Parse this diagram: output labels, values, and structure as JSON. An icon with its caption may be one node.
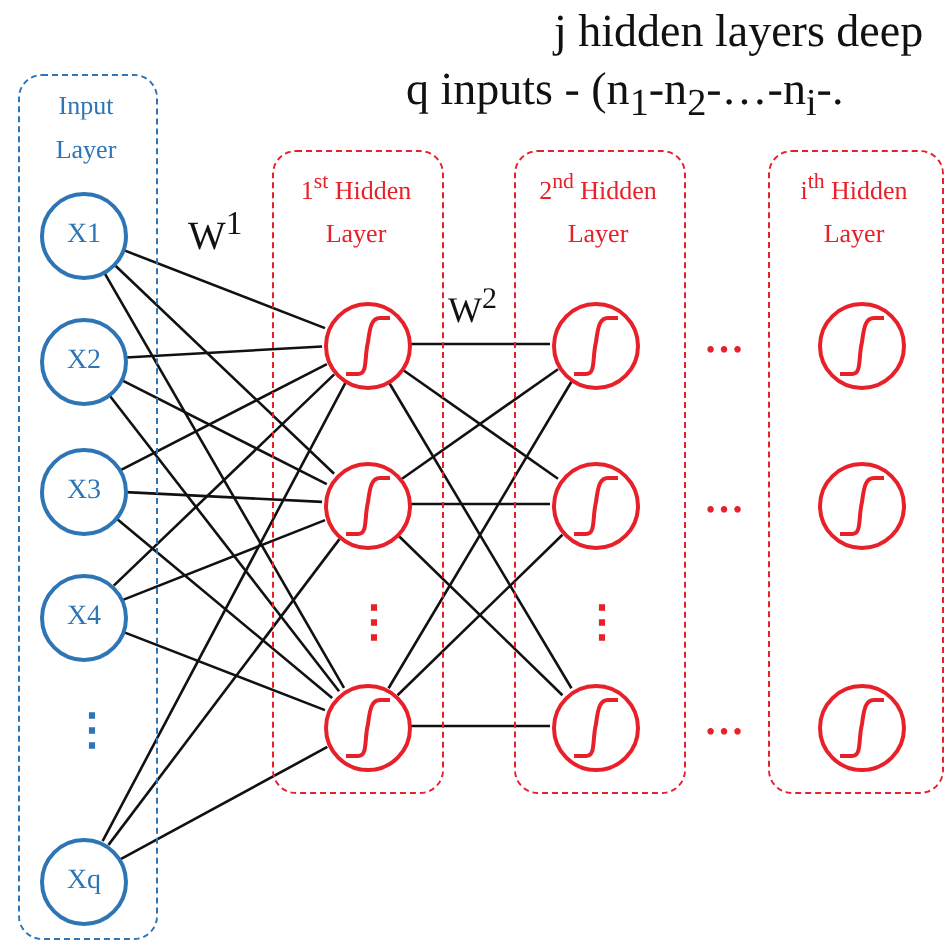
{
  "diagram": {
    "nodes": [
      {
        "text": [
          "Input Layer"
        ]
      },
      {
        "text": [
          "X1"
        ],
        "in": 0
      },
      {
        "text": [
          "X2"
        ],
        "in": 0
      },
      {
        "text": [
          "X3"
        ],
        "in": 0
      },
      {
        "text": [
          "X4"
        ],
        "in": 0
      },
      {
        "text": [
          "Xq"
        ],
        "in": 0
      },
      {
        "text": [
          "1$^{st}$ Hidden Layer"
        ]
      },
      {
        "text": [],
        "shape": "circle",
        "in": 6
      },
      {
        "text": [],
        "shape": "circle",
        "in": 6
      },
      {
        "text": [],
        "shape": "circle",
        "in": 6
      },
      {
        "text": [
          "2$^{nd}$ Hidden Layer"
        ]
      },
      {
        "text": [],
        "shape": "circle",
        "in": 10
      },
      {
        "text": [],
        "shape": "circle",
        "in": 10
      },
      {
        "text": [],
        "shape": "circle",
        "in": 10
      },
      {
        "text": [
          "i$^{th}$ Hidden Layer"
        ]
      },
      {
        "text": [],
        "shape": "circle",
        "in": 14
      },
      {
        "text": [],
        "shape": "circle",
        "in": 14
      },
      {
        "text": [],
        "shape": "circle",
        "in": 14
      }
    ],
    "edges": [
      {
        "from": 1,
        "to": 7,
        "arrow": "none"
      },
      {
        "from": 1,
        "to": 8,
        "arrow": "none"
      },
      {
        "from": 1,
        "to": 9,
        "arrow": "none"
      },
      {
        "from": 2,
        "to": 7,
        "arrow": "none"
      },
      {
        "from": 2,
        "to": 8,
        "arrow": "none"
      },
      {
        "from": 2,
        "to": 9,
        "arrow": "none"
      },
      {
        "from": 3,
        "to": 7,
        "arrow": "none"
      },
      {
        "from": 3,
        "to": 8,
        "arrow": "none"
      },
      {
        "from": 3,
        "to": 9,
        "arrow": "none"
      },
      {
        "from": 4,
        "to": 7,
        "arrow": "none"
      },
      {
        "from": 4,
        "to": 8,
        "arrow": "none"
      },
      {
        "from": 4,
        "to": 9,
        "arrow": "none"
      },
      {
        "from": 5,
        "to": 7,
        "arrow": "none"
      },
      {
        "from": 5,
        "to": 8,
        "arrow": "none"
      },
      {
        "from": 5,
        "to": 9,
        "arrow": "none"
      },
      {
        "from": 7,
        "to": 11,
        "arrow": "none"
      },
      {
        "from": 7,
        "to": 12,
        "arrow": "none"
      },
      {
        "from": 7,
        "to": 13,
        "arrow": "none"
      },
      {
        "from": 8,
        "to": 11,
        "arrow": "none"
      },
      {
        "from": 8,
        "to": 12,
        "arrow": "none"
      },
      {
        "from": 8,
        "to": 13,
        "arrow": "none"
      },
      {
        "from": 9,
        "to": 11,
        "arrow": "none"
      },
      {
        "from": 9,
        "to": 12,
        "arrow": "none"
      },
      {
        "from": 9,
        "to": 13,
        "arrow": "none"
      }
    ],
    "labels": [
      "j hidden layers deep",
      "q inputs - (n$_{1}$-n$_{2}$-…-n$_{i}$-.",
      "W$^{1}$",
      "W$^{2}$",
      "…",
      "…",
      "⋮",
      "⋮",
      "…",
      "⋮"
    ]
  }
}
